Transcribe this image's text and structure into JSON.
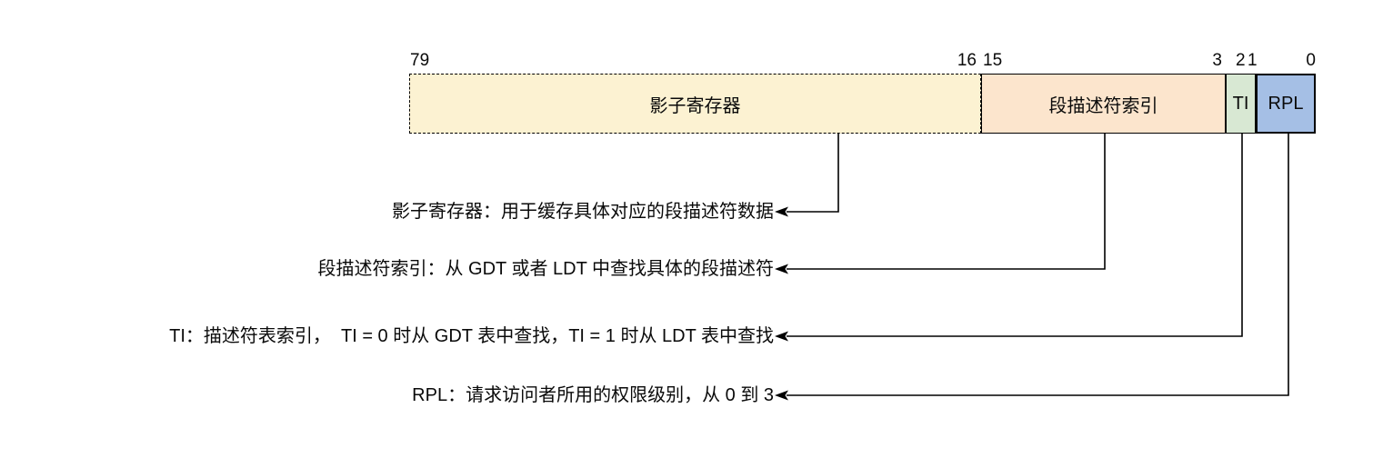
{
  "diagram": {
    "kind": "register-bit-field-diagram",
    "colors": {
      "background": "#ffffff",
      "line": "#000000",
      "text": "#0a0a0a",
      "shadow_fill": "#FCF2D2",
      "index_fill": "#FCE5CD",
      "ti_fill": "#D8E8D3",
      "rpl_fill": "#A5BFE5"
    },
    "register": {
      "bit_labels": [
        "79",
        "16",
        "15",
        "3",
        "2",
        "1",
        "0"
      ],
      "fields": [
        {
          "id": "shadow",
          "label": "影子寄存器",
          "fill": "#FCF2D2"
        },
        {
          "id": "index",
          "label": "段描述符索引",
          "fill": "#FCE5CD"
        },
        {
          "id": "ti",
          "label": "TI",
          "fill": "#D8E8D3"
        },
        {
          "id": "rpl",
          "label": "RPL",
          "fill": "#A5BFE5"
        }
      ]
    },
    "annotations": [
      {
        "id": "shadow",
        "text": "影子寄存器：用于缓存具体对应的段描述符数据"
      },
      {
        "id": "index",
        "text": "段描述符索引：从 GDT 或者 LDT 中查找具体的段描述符"
      },
      {
        "id": "ti",
        "text": "TI：描述符表索引，  TI = 0 时从 GDT 表中查找，TI = 1 时从 LDT 表中查找"
      },
      {
        "id": "rpl",
        "text": "RPL：请求访问者所用的权限级别，从 0 到 3"
      }
    ]
  }
}
